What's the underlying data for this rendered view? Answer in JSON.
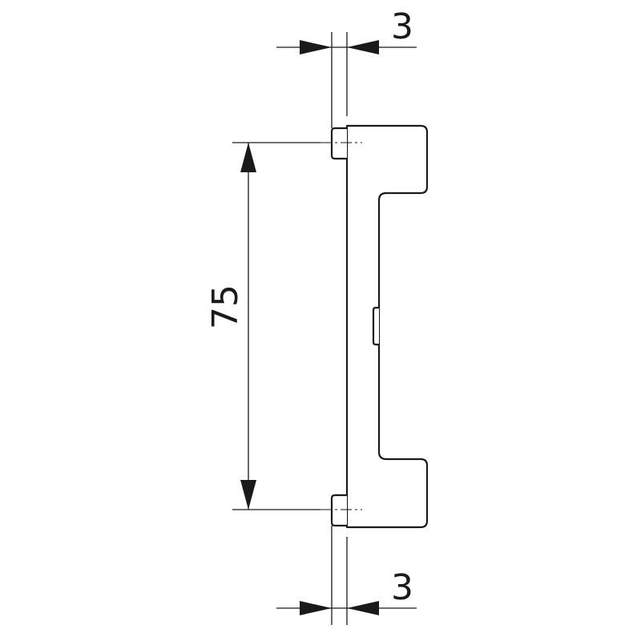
{
  "dimensions": {
    "top_offset": "3",
    "height": "75",
    "bottom_offset": "3"
  },
  "colors": {
    "line": "#1a1a1a",
    "background": "#ffffff"
  }
}
